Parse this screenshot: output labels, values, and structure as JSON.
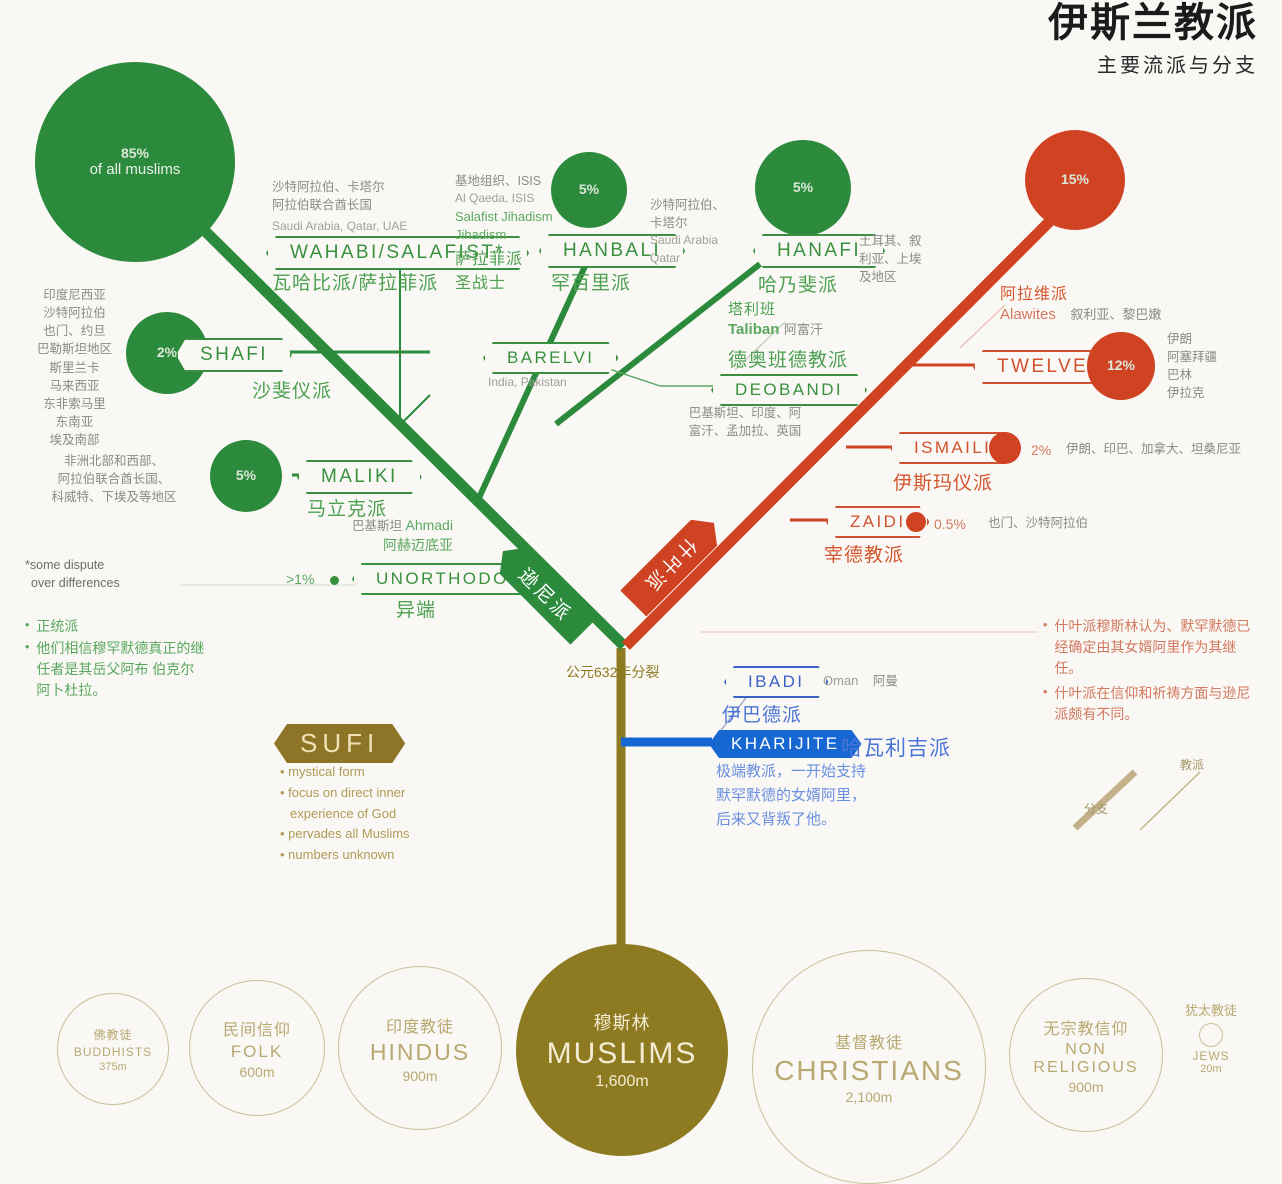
{
  "title": {
    "main": "伊斯兰教派",
    "sub": "主要流派与分支"
  },
  "split_note": "公元632年分裂",
  "branches": {
    "sunni_tag": "逊尼派",
    "shia_tag": "什叶派"
  },
  "sunni": {
    "root_circle": {
      "pct": "85%",
      "caption": "of all muslims"
    },
    "schools": [
      {
        "id": "wahabi",
        "label": "WAHABI/SALAFIST*",
        "cn": "瓦哈比派/萨拉菲派",
        "regions_cn": "沙特阿拉伯、卡塔尔\n阿拉伯联合酋长国",
        "regions_en": "Saudi Arabia, Qatar, UAE"
      },
      {
        "id": "hanbali",
        "label": "HANBALI",
        "cn": "罕百里派",
        "pct": "5%",
        "groups_cn": "基地组织、ISIS",
        "groups_en": "Al Qaeda, ISIS",
        "extra_en": "Salafist Jihadism",
        "extra_cn": "萨拉菲派圣战士"
      },
      {
        "id": "hanafi",
        "label": "HANAFI",
        "cn": "哈乃斐派",
        "pct": "5%",
        "regions_cn": "沙特阿拉伯、卡塔尔",
        "regions_en": "Saudi Arabia, Qatar",
        "right_regions_cn": "土耳其、叙利亚、上埃及地区"
      },
      {
        "id": "shafi",
        "label": "SHAFI",
        "cn": "沙斐仪派",
        "pct": "2%",
        "regions_cn": "印度尼西亚、沙特阿拉伯、也门、约旦、巴勒斯坦地区、斯里兰卡、马来西亚、东非索马里、东南亚、埃及南部"
      },
      {
        "id": "maliki",
        "label": "MALIKI",
        "cn": "马立克派",
        "pct": "5%",
        "regions_cn": "非洲北部和西部、阿拉伯联合酋长国、科威特、下埃及等地区"
      },
      {
        "id": "unorthodox",
        "label": "UNORTHODOX",
        "cn": "异端",
        "pct": ">1%",
        "groups_cn": "巴基斯坦",
        "groups_en": "Ahmadi",
        "extra_cn": "阿赫迈底亚"
      },
      {
        "id": "barelvi",
        "label": "BARELVI",
        "regions_en": "India, Pakistan"
      },
      {
        "id": "deobandi",
        "label": "DEOBANDI",
        "cn": "德奥班德教派",
        "groups_cn": "塔利班",
        "groups_en": "Taliban",
        "groups_loc_cn": "阿富汗",
        "regions_cn": "巴基斯坦、印度、阿富汗、孟加拉、英国"
      }
    ],
    "footnote": "*some dispute\n over differences",
    "bullets": [
      "正统派",
      "他们相信穆罕默德真正的继任者是其岳父阿布 伯克尔 阿卜杜拉。"
    ]
  },
  "shia": {
    "root_circle": {
      "pct": "15%"
    },
    "alawites": {
      "cn": "阿拉维派",
      "en": "Alawites",
      "regions_cn": "叙利亚、黎巴嫩"
    },
    "schools": [
      {
        "id": "twelvers",
        "label": "TWELVERS",
        "pct": "12%",
        "regions_cn": "伊朗\n阿塞拜疆\n巴林\n伊拉克"
      },
      {
        "id": "ismaili",
        "label": "ISMAILI",
        "cn": "伊斯玛仪派",
        "pct": "2%",
        "regions_cn": "伊朗、印巴、加拿大、坦桑尼亚"
      },
      {
        "id": "zaidi",
        "label": "ZAIDI",
        "cn": "宰德教派",
        "pct": "0.5%",
        "regions_cn": "也门、沙特阿拉伯"
      }
    ],
    "bullets": [
      "什叶派穆斯林认为、默罕默德已经确定由其女婿阿里作为其继任。",
      "什叶派在信仰和祈祷方面与逊尼派颇有不同。"
    ]
  },
  "kharijite": {
    "ibadi": {
      "label": "IBADI",
      "cn": "伊巴德派",
      "regions_en": "Oman",
      "regions_cn": "阿曼"
    },
    "label": "KHARIJITE",
    "cn": "哈瓦利吉派",
    "desc": "极端教派，一开始支持\n默罕默德的女婿阿里，\n后来又背叛了他。"
  },
  "sufi": {
    "label": "SUFI",
    "bullets": [
      "mystical form",
      "focus on direct inner",
      "experience of God",
      "pervades all Muslims",
      "numbers unknown"
    ]
  },
  "legend": {
    "thick": "分支",
    "thin": "教派"
  },
  "religions": [
    {
      "id": "buddhists",
      "zh": "佛教徒",
      "en": "BUDDHISTS",
      "num": "375m"
    },
    {
      "id": "folk",
      "zh": "民间信仰",
      "en": "FOLK",
      "num": "600m"
    },
    {
      "id": "hindus",
      "zh": "印度教徒",
      "en": "HINDUS",
      "num": "900m"
    },
    {
      "id": "muslims",
      "zh": "穆斯林",
      "en": "MUSLIMS",
      "num": "1,600m"
    },
    {
      "id": "christians",
      "zh": "基督教徒",
      "en": "CHRISTIANS",
      "num": "2,100m"
    },
    {
      "id": "nonreligious",
      "zh": "无宗教信仰",
      "en": "NON RELIGIOUS",
      "num": "900m"
    },
    {
      "id": "jews",
      "zh": "犹太教徒",
      "en": "JEWS",
      "num": "20m"
    }
  ],
  "colors": {
    "sunni_green": "#2c8a3c",
    "shia_red": "#cf4323",
    "kharijite_blue": "#1767d2",
    "sufi_gold": "#8d7426",
    "background": "#faf8f4"
  }
}
